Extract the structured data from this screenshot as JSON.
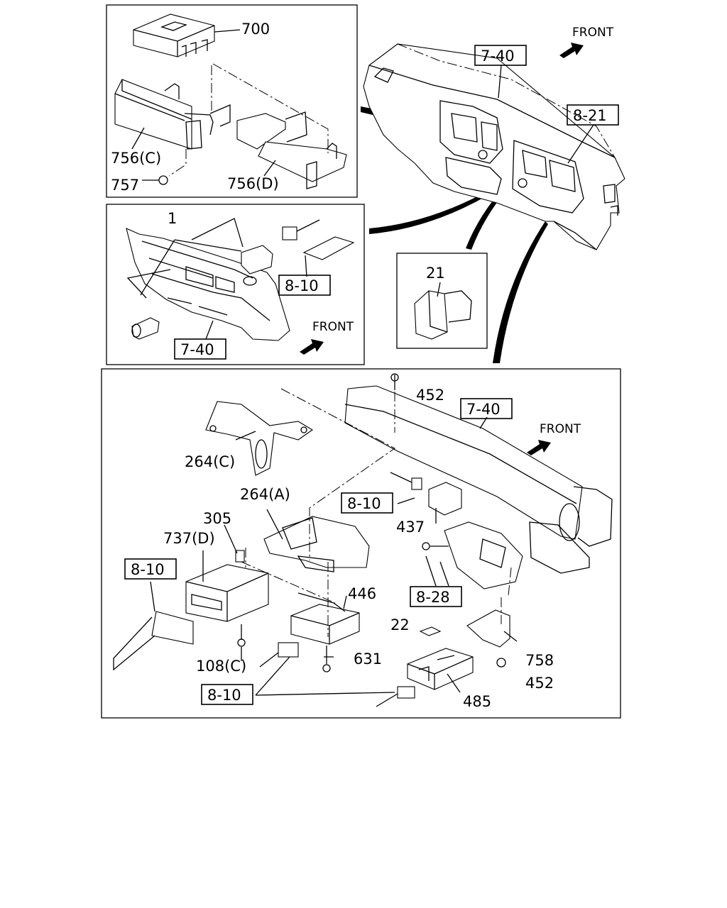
{
  "diagram": {
    "direction_label": "FRONT",
    "panels": [
      {
        "id": "ecu-bracket",
        "labels": [
          "700",
          "756(C)",
          "757",
          "756(D)"
        ]
      },
      {
        "id": "switch-panel",
        "labels": [
          "1",
          "8-10",
          "7-40",
          "FRONT"
        ]
      },
      {
        "id": "switch-detail",
        "labels": [
          "21"
        ]
      },
      {
        "id": "module-mount",
        "labels": [
          "452",
          "7-40",
          "FRONT",
          "264(C)",
          "264(A)",
          "8-10",
          "437",
          "305",
          "737(D)",
          "8-10",
          "8-28",
          "446",
          "22",
          "758",
          "108(C)",
          "631",
          "452",
          "8-10",
          "485"
        ]
      }
    ],
    "overview": {
      "refs": [
        "7-40",
        "8-21",
        "FRONT"
      ]
    }
  }
}
